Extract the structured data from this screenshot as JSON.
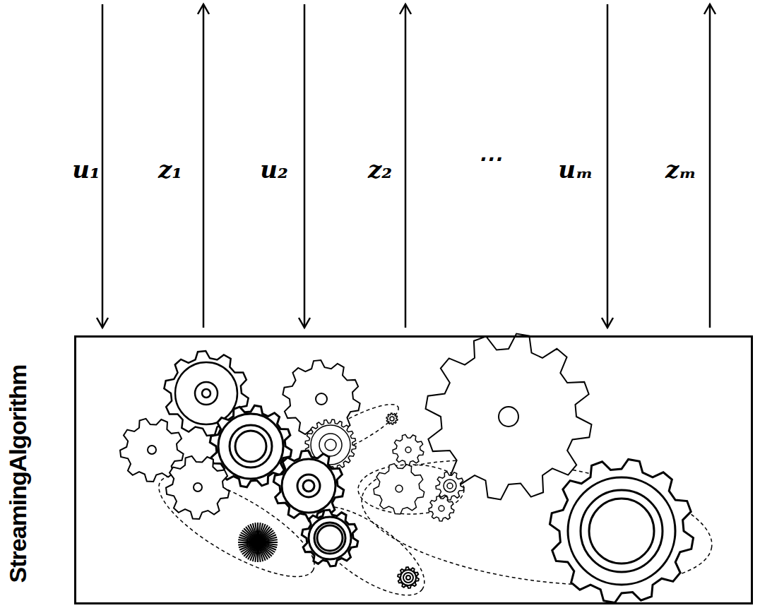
{
  "diagram": {
    "nodes": [
      {
        "text": [
          "StreamingAlgorithm"
        ]
      }
    ],
    "labels": [
      "u₁",
      "z₁",
      "u₂",
      "z₂",
      "⋯",
      "uₘ",
      "zₘ"
    ]
  }
}
